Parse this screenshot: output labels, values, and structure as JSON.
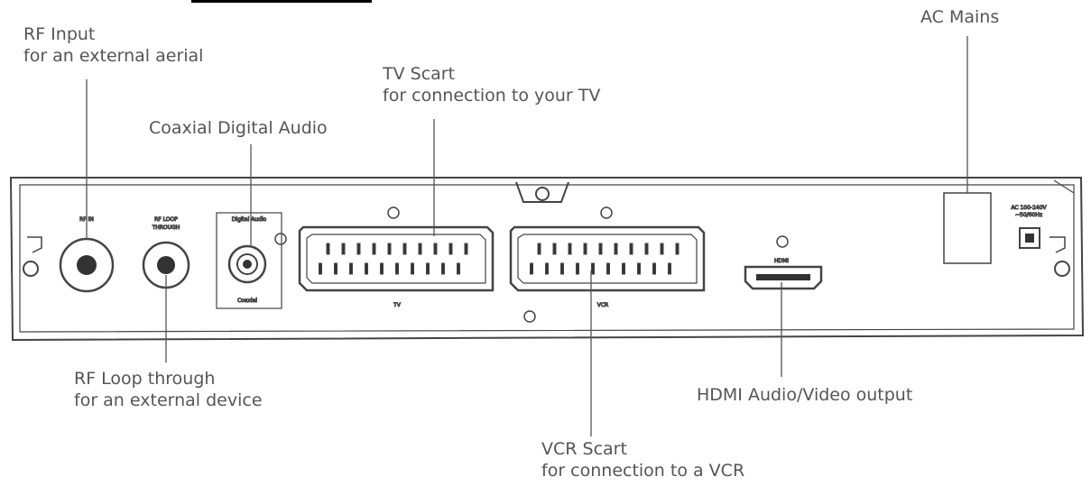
{
  "callouts": {
    "rf_input": {
      "title": "RF Input",
      "desc": "for an external aerial"
    },
    "tv_scart": {
      "title": "TV Scart",
      "desc": "for connection to your TV"
    },
    "coaxial": {
      "title": "Coaxial Digital Audio"
    },
    "ac_mains": {
      "title": "AC Mains"
    },
    "rf_loop": {
      "title": "RF Loop through",
      "desc": "for an external device"
    },
    "hdmi": {
      "title": "HDMI Audio/Video output"
    },
    "vcr_scart": {
      "title": "VCR Scart",
      "desc": "for connection to a VCR"
    }
  },
  "panel_labels": {
    "rf_in": "RF IN",
    "rf_loop": "RF LOOP",
    "rf_loop_2": "THROUGH",
    "digital_audio": "Digital Audio",
    "coaxial": "Coaxial",
    "tv": "TV",
    "vcr": "VCR",
    "hdmi": "HDMI",
    "ac_1": "AC 100-240V",
    "ac_2": "~50/60Hz"
  },
  "colors": {
    "line": "#444444",
    "text": "#555555"
  }
}
